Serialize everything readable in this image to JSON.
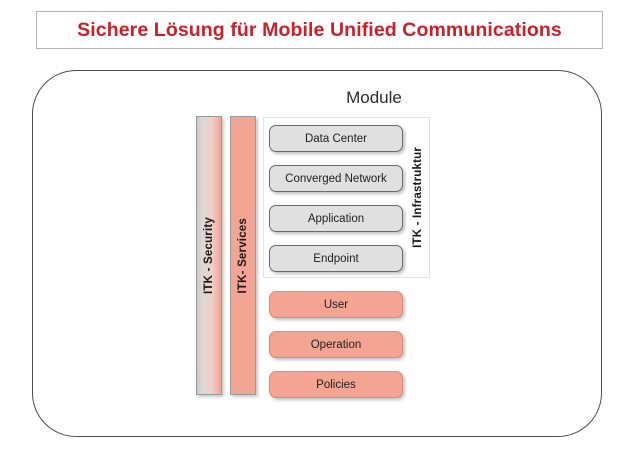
{
  "title": {
    "text": "Sichere Lösung für Mobile Unified Communications",
    "color": "#cc1f27"
  },
  "diagram": {
    "heading": "Module",
    "infrastructure_label": "ITK - Infrastruktur",
    "columns": [
      {
        "label": "ITK - Security",
        "fill": "gradient-grey-pink"
      },
      {
        "label": "ITK- Services",
        "fill": "#f4a493"
      }
    ],
    "infrastructure_modules": [
      {
        "label": "Data Center",
        "fill": "#e0e0e0"
      },
      {
        "label": "Converged Network",
        "fill": "#e0e0e0"
      },
      {
        "label": "Application",
        "fill": "#e0e0e0"
      },
      {
        "label": "Endpoint",
        "fill": "#e0e0e0"
      }
    ],
    "service_modules": [
      {
        "label": "User",
        "fill": "#f4a493"
      },
      {
        "label": "Operation",
        "fill": "#f4a493"
      },
      {
        "label": "Policies",
        "fill": "#f4a493"
      }
    ]
  }
}
